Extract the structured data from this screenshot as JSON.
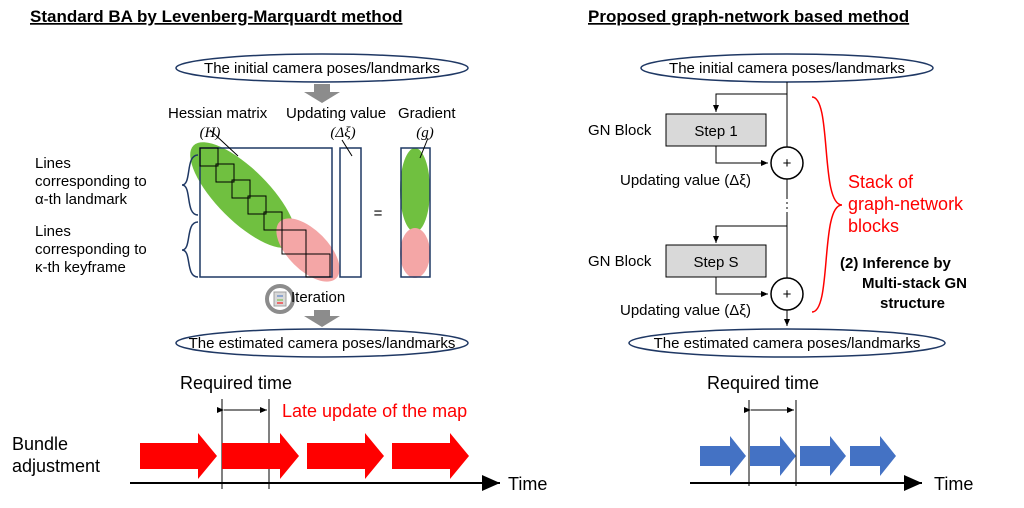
{
  "left": {
    "heading": "Standard BA by Levenberg-Marquardt method",
    "top_box": "The initial camera poses/landmarks",
    "hessian_label": "Hessian matrix",
    "hessian_sym": "(H)",
    "update_label": "Updating value",
    "update_sym": "(Δξ)",
    "gradient_label": "Gradient",
    "gradient_sym": "(g)",
    "equals": "=",
    "lines_alpha": [
      "Lines",
      "corresponding to",
      "α-th landmark"
    ],
    "lines_kappa": [
      "Lines",
      "corresponding to",
      "κ-th keyframe"
    ],
    "iteration": "Iteration",
    "bottom_box": "The estimated camera poses/landmarks",
    "required_time": "Required time",
    "late_update": "Late update of the map",
    "row_label": [
      "Bundle",
      "adjustment"
    ],
    "time_label": "Time"
  },
  "right": {
    "heading": "Proposed graph-network based method",
    "top_box": "The initial camera poses/landmarks",
    "block1_label": "GN Block",
    "step1": "Step 1",
    "updating1": "Updating value (Δξ)",
    "block2_label": "GN Block",
    "step2": "Step S",
    "updating2": "Updating value (Δξ)",
    "plus": "+",
    "stack_label": [
      "Stack of",
      "graph-network",
      "blocks"
    ],
    "inference": [
      "(2) Inference by",
      "Multi-stack GN",
      "structure"
    ],
    "bottom_box": "The estimated camera poses/landmarks",
    "required_time": "Required time",
    "time_label": "Time"
  },
  "colors": {
    "red_arrow": "#ff0000",
    "blue_arrow": "#4472c4",
    "green_ellipse": "#70c040",
    "pink_ellipse": "#f4a6a6",
    "grey_arrow": "#8c8c8c",
    "box_border": "#1f3864"
  }
}
